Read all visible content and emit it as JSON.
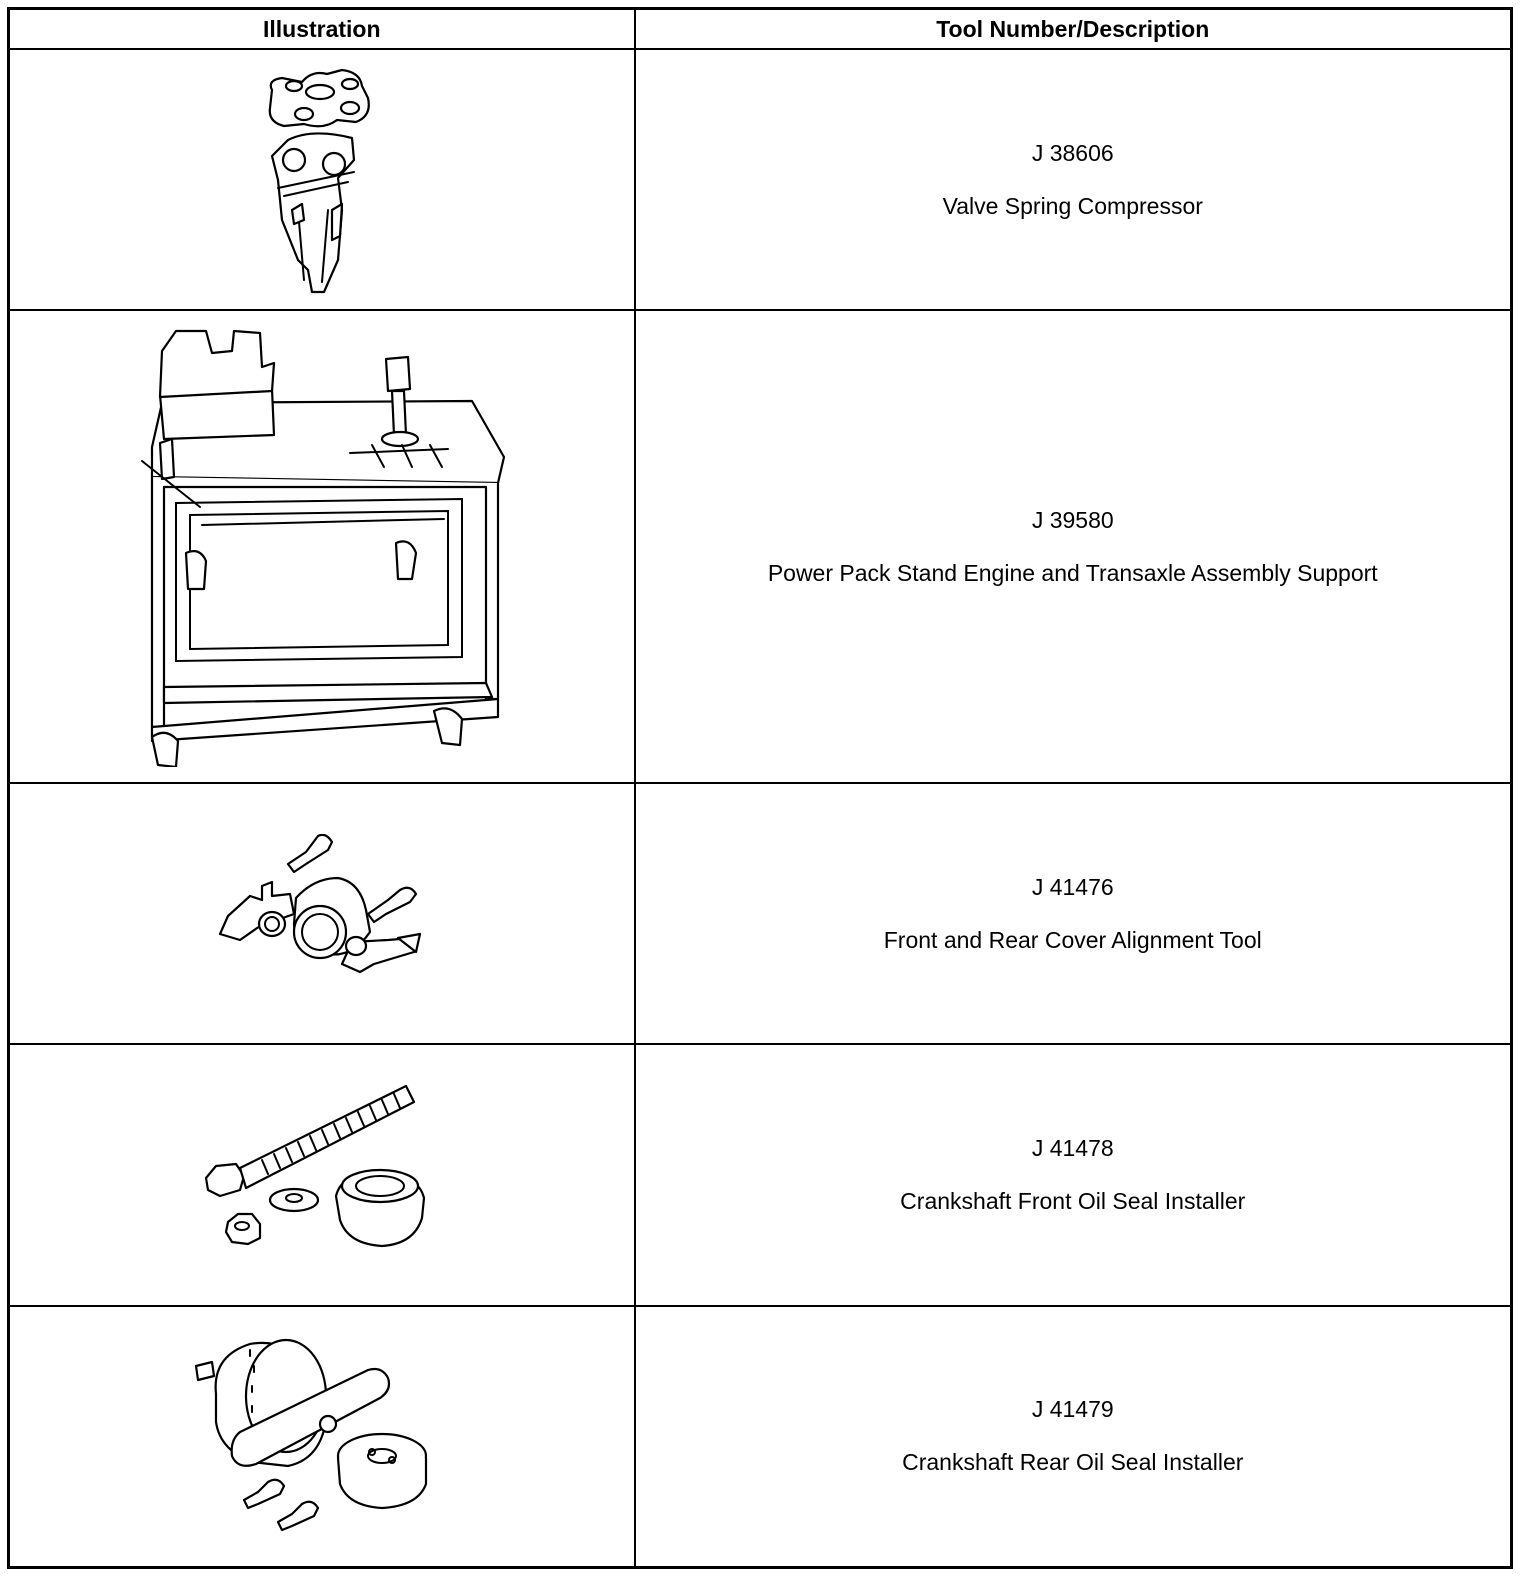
{
  "table": {
    "headers": {
      "illustration": "Illustration",
      "tool": "Tool Number/Description"
    },
    "rows": [
      {
        "number": "J 38606",
        "description": "Valve Spring Compressor",
        "illustration_icon": "valve-spring-compressor-icon"
      },
      {
        "number": "J 39580",
        "description": "Power Pack Stand Engine and Transaxle Assembly Support",
        "illustration_icon": "engine-stand-icon"
      },
      {
        "number": "J 41476",
        "description": "Front and Rear Cover Alignment Tool",
        "illustration_icon": "cover-alignment-tool-icon"
      },
      {
        "number": "J 41478",
        "description": "Crankshaft Front Oil Seal Installer",
        "illustration_icon": "front-seal-installer-icon"
      },
      {
        "number": "J 41479",
        "description": "Crankshaft Rear Oil Seal Installer",
        "illustration_icon": "rear-seal-installer-icon"
      }
    ]
  }
}
